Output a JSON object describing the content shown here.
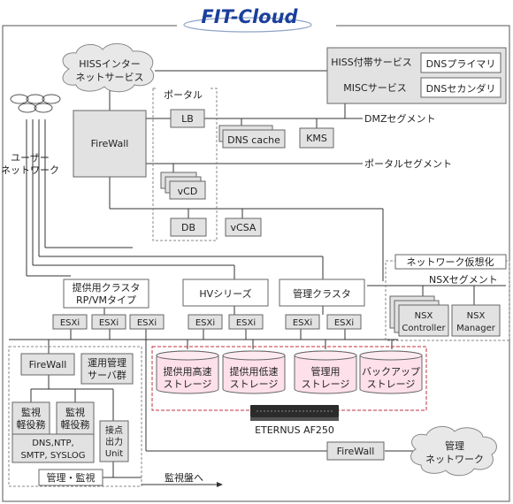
{
  "title": "FIT-Cloud",
  "internet_cloud": {
    "line1": "HISSインター",
    "line2": "ネットサービス"
  },
  "hiss_services": {
    "hiss_label": "HISS付帯サービス",
    "misc_label": "MISCサービス",
    "dns_primary": "DNSプライマリ",
    "dns_secondary": "DNSセカンダリ"
  },
  "portal": {
    "label": "ポータル",
    "lb": "LB",
    "vcd": "vCD",
    "db": "DB"
  },
  "firewall_main": "FireWall",
  "dns_cache": "DNS cache",
  "kms": "KMS",
  "vcsa": "vCSA",
  "segments": {
    "dmz": "DMZセグメント",
    "portal": "ポータルセグメント",
    "nsx": "NSXセグメント"
  },
  "user_network": {
    "line1": "ユーザー",
    "line2": "ネットワーク"
  },
  "network_virtualization": "ネットワーク仮想化",
  "nsx_controller": {
    "line1": "NSX",
    "line2": "Controller"
  },
  "nsx_manager": {
    "line1": "NSX",
    "line2": "Manager"
  },
  "clusters": {
    "provided": {
      "line1": "提供用クラスタ",
      "line2": "RP/VMタイプ"
    },
    "hv": "HVシリーズ",
    "mgmt": "管理クラスタ"
  },
  "esxi": "ESXi",
  "storage": {
    "s1": {
      "line1": "提供用高速",
      "line2": "ストレージ"
    },
    "s2": {
      "line1": "提供用低速",
      "line2": "ストレージ"
    },
    "s3": {
      "line1": "管理用",
      "line2": "ストレージ"
    },
    "s4": {
      "line1": "バックアップ",
      "line2": "ストレージ"
    },
    "device": "ETERNUS AF250"
  },
  "mgmt_area": {
    "firewall": "FireWall",
    "ops_servers": {
      "line1": "運用管理",
      "line2": "サーバ群"
    },
    "monitor1": {
      "line1": "監視",
      "line2": "軽役務"
    },
    "monitor2": {
      "line1": "監視",
      "line2": "軽役務"
    },
    "services": {
      "line1": "DNS,NTP,",
      "line2": "SMTP, SYSLOG"
    },
    "contact": {
      "line1": "接点",
      "line2": "出力",
      "line3": "Unit"
    },
    "label": "管理・監視",
    "to_panel": "監視盤へ"
  },
  "firewall_mgmt": "FireWall",
  "mgmt_network": {
    "line1": "管理",
    "line2": "ネットワーク"
  }
}
